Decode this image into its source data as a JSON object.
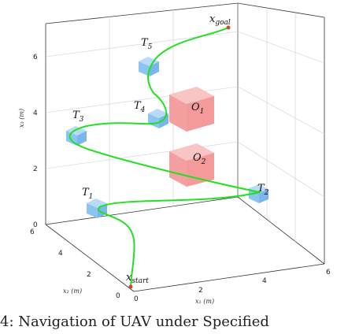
{
  "figure": {
    "z_axis_label": "x₃ (m)",
    "x_axis_label": "x₁ (m)",
    "y_axis_label": "x₂ (m)",
    "z_ticks": [
      "0",
      "2",
      "4",
      "6"
    ],
    "x_ticks": [
      "0",
      "2",
      "4",
      "6"
    ],
    "y_ticks": [
      "0",
      "2",
      "4",
      "6"
    ],
    "waypoints": [
      {
        "letter": "T",
        "sub": "1"
      },
      {
        "letter": "T",
        "sub": "2"
      },
      {
        "letter": "T",
        "sub": "3"
      },
      {
        "letter": "T",
        "sub": "4"
      },
      {
        "letter": "T",
        "sub": "5"
      }
    ],
    "obstacles": [
      {
        "letter": "O",
        "sub": "1"
      },
      {
        "letter": "O",
        "sub": "2"
      }
    ],
    "start": {
      "letter": "x",
      "sub": "start"
    },
    "goal": {
      "letter": "x",
      "sub": "goal"
    },
    "colors": {
      "path": "#22e022",
      "waypoint": "#8cc4f2",
      "obstacle": "#f4a0a0",
      "endpoint": "#d9442a",
      "axes": "#333333",
      "grid": "#cfcfcf"
    }
  },
  "caption": "4: Navigation of UAV under Specified"
}
